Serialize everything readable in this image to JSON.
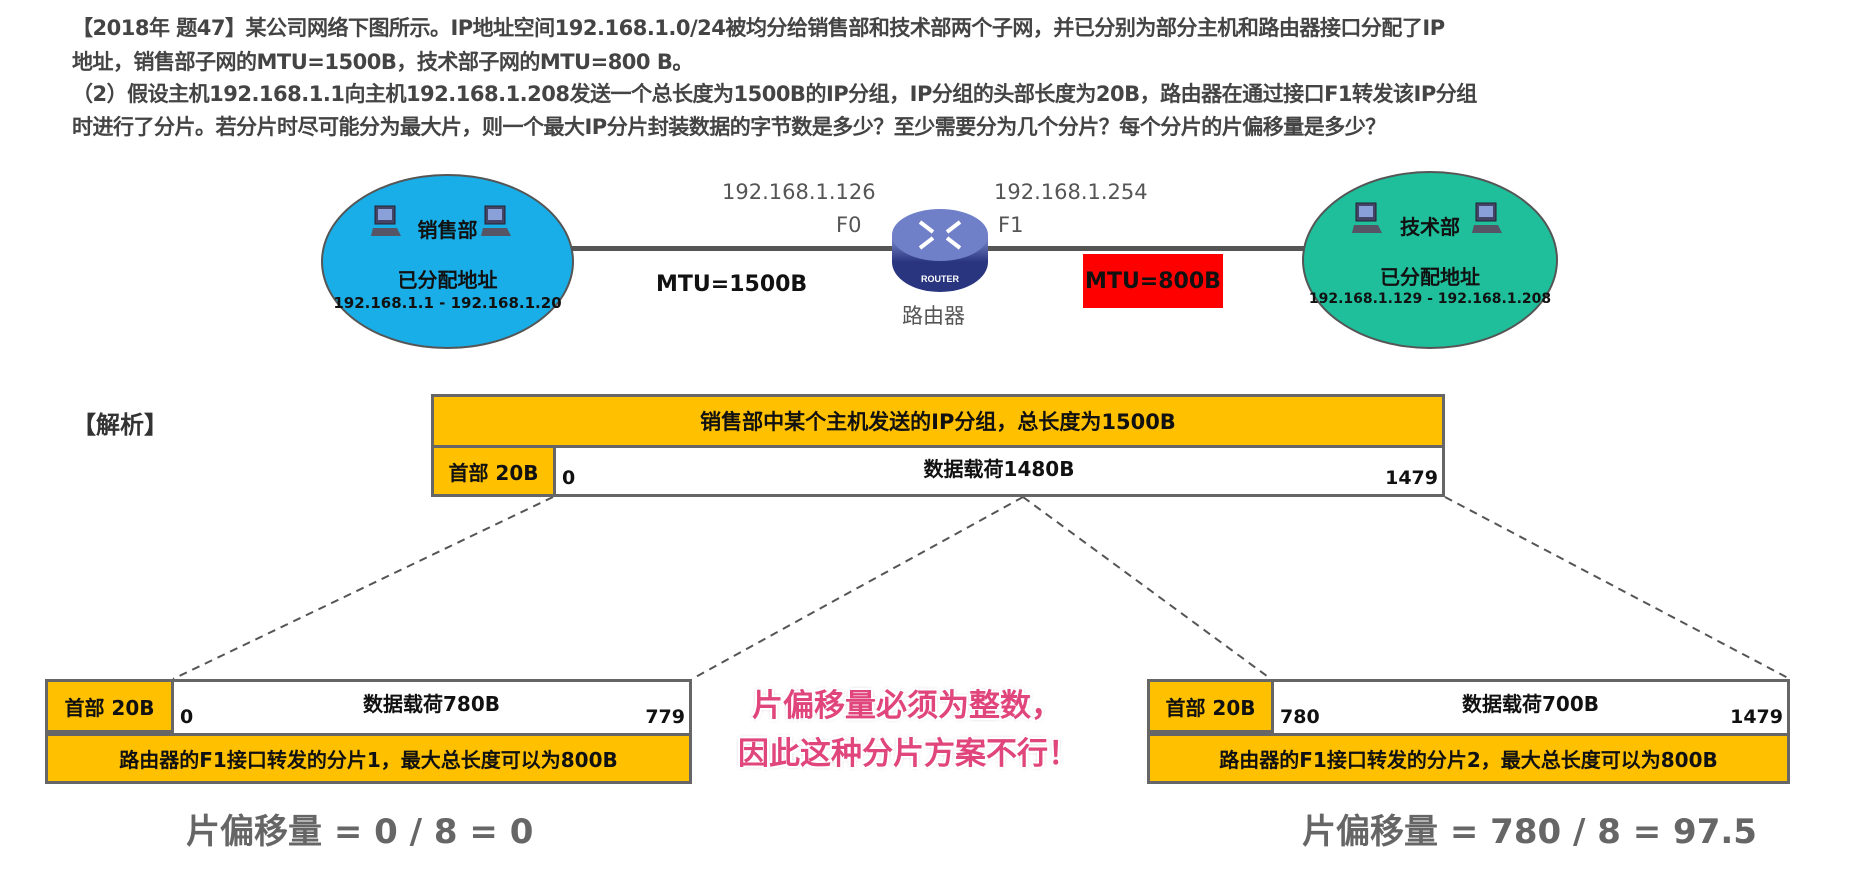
{
  "question": {
    "line1": "【2018年 题47】某公司网络下图所示。IP地址空间192.168.1.0/24被均分给销售部和技术部两个子网，并已分别为部分主机和路由器接口分配了IP",
    "line2": "地址，销售部子网的MTU=1500B，技术部子网的MTU=800 B。",
    "line3": "（2）假设主机192.168.1.1向主机192.168.1.208发送一个总长度为1500B的IP分组，IP分组的头部长度为20B，路由器在通过接口F1转发该IP分组",
    "line4": "时进行了分片。若分片时尽可能分为最大片，则一个最大IP分片封装数据的字节数是多少？至少需要分为几个分片？每个分片的片偏移量是多少？"
  },
  "network": {
    "sales": {
      "name": "销售部",
      "assigned": "已分配地址",
      "range": "192.168.1.1 - 192.168.1.20",
      "color": "#1aaee8"
    },
    "tech": {
      "name": "技术部",
      "assigned": "已分配地址",
      "range": "192.168.1.129 - 192.168.1.208",
      "color": "#1fbf9c"
    },
    "f0_ip": "192.168.1.126",
    "f1_ip": "192.168.1.254",
    "f0": "F0",
    "f1": "F1",
    "router_label": "路由器",
    "router_badge": "ROUTER",
    "mtu_left": "MTU=1500B",
    "mtu_right": "MTU=800B",
    "mtu_right_bg": "#ff0000"
  },
  "analysis": {
    "title": "【解析】",
    "packet": {
      "caption": "销售部中某个主机发送的IP分组，总长度为1500B",
      "header": "首部 20B",
      "payload": "数据载荷1480B",
      "start": "0",
      "end": "1479"
    },
    "frag1": {
      "header": "首部 20B",
      "payload": "数据载荷780B",
      "start": "0",
      "end": "779",
      "caption": "路由器的F1接口转发的分片1，最大总长度可以为800B",
      "offset": "片偏移量 = 0 / 8 = 0"
    },
    "frag2": {
      "header": "首部 20B",
      "payload": "数据载荷700B",
      "start": "780",
      "end": "1479",
      "caption": "路由器的F1接口转发的分片2，最大总长度可以为800B",
      "offset": "片偏移量 = 780 / 8 = 97.5"
    },
    "note_line1": "片偏移量必须为整数，",
    "note_line2": "因此这种分片方案不行！"
  }
}
